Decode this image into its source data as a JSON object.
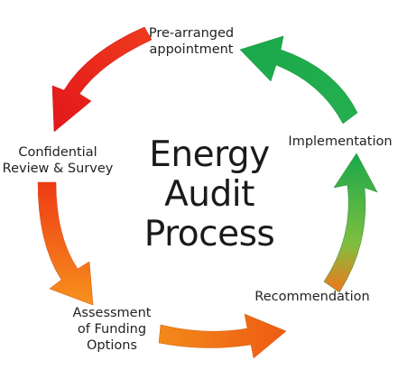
{
  "diagram": {
    "title_lines": [
      "Energy",
      "Audit",
      "Process"
    ],
    "stages": {
      "pre_arranged": [
        "Pre-arranged",
        "appointment"
      ],
      "confidential": [
        "Confidential",
        "Review & Survey"
      ],
      "assessment": [
        "Assessment",
        "of Funding",
        "Options"
      ],
      "recommendation": [
        "Recommendation"
      ],
      "implementation": [
        "Implementation"
      ]
    },
    "colors": {
      "red": "#e8261b",
      "orange_red": "#ef4a14",
      "orange": "#f7941d",
      "green": "#19a84a",
      "light_green": "#8dc63f"
    }
  }
}
